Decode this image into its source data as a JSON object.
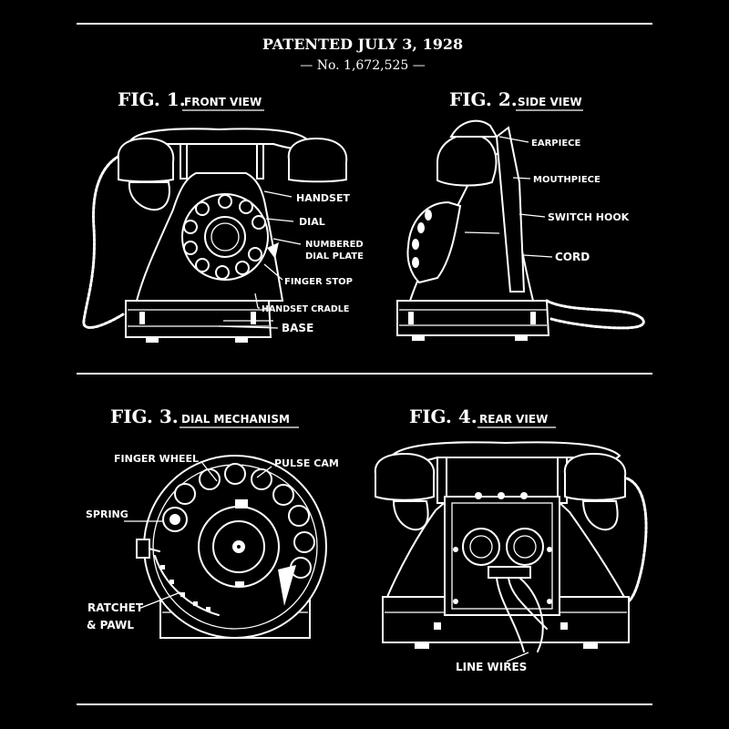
{
  "header": {
    "title": "PATENTED JULY 3, 1928",
    "subtitle": "— No. 1,672,525 —"
  },
  "figures": [
    {
      "num": "FIG. 1.",
      "caption": "FRONT VIEW",
      "labels": [
        "HANDSET",
        "DIAL",
        "NUMBERED",
        "DIAL PLATE",
        "FINGER STOP",
        "HANDSET CRADLE",
        "BASE"
      ]
    },
    {
      "num": "FIG. 2.",
      "caption": "SIDE VIEW",
      "labels": [
        "EARPIECE",
        "MOUTHPIECE",
        "SWITCH HOOK",
        "CORD"
      ]
    },
    {
      "num": "FIG. 3.",
      "caption": "DIAL MECHANISM",
      "labels": [
        "FINGER WHEEL",
        "PULSE CAM",
        "SPRING",
        "RATCHET",
        "& PAWL"
      ]
    },
    {
      "num": "FIG. 4.",
      "caption": "REAR VIEW",
      "labels": [
        "LINE WIRES"
      ]
    }
  ],
  "colors": {
    "background": "#000000",
    "ink": "#ffffff"
  }
}
